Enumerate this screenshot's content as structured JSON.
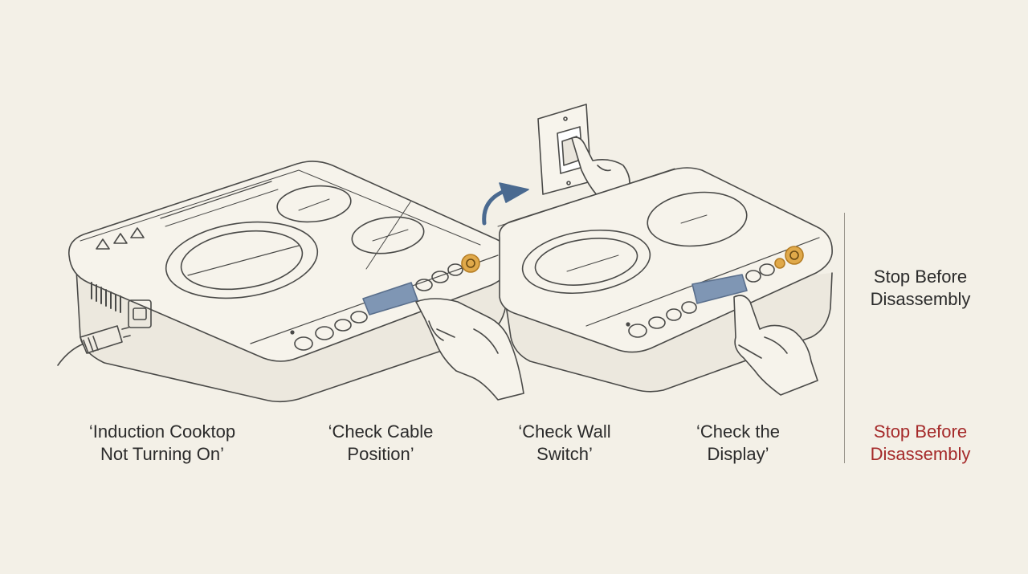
{
  "sidebar": {
    "title_line1": "Stop Before",
    "title_line2": "Disassembly"
  },
  "captions": [
    {
      "line1": "‘Induction Cooktop",
      "line2": "Not Turning On’"
    },
    {
      "line1": "‘Check Cable",
      "line2": "Position’"
    },
    {
      "line1": "‘Check Wall",
      "line2": "Switch’"
    },
    {
      "line1": "‘Check the",
      "line2": "Display’"
    },
    {
      "line1": "Stop Before",
      "line2": "Disassembly"
    }
  ],
  "colors": {
    "background": "#f3f0e7",
    "line": "#4a4a48",
    "display": "#7f96b4",
    "power_button": "#e0a94a",
    "warning_caption": "#a52a2a"
  },
  "icons": [
    "power-cord-icon",
    "wall-switch-icon",
    "curved-arrow-icon",
    "hand-pointing-icon",
    "warning-triangle-icon",
    "power-button-icon"
  ]
}
